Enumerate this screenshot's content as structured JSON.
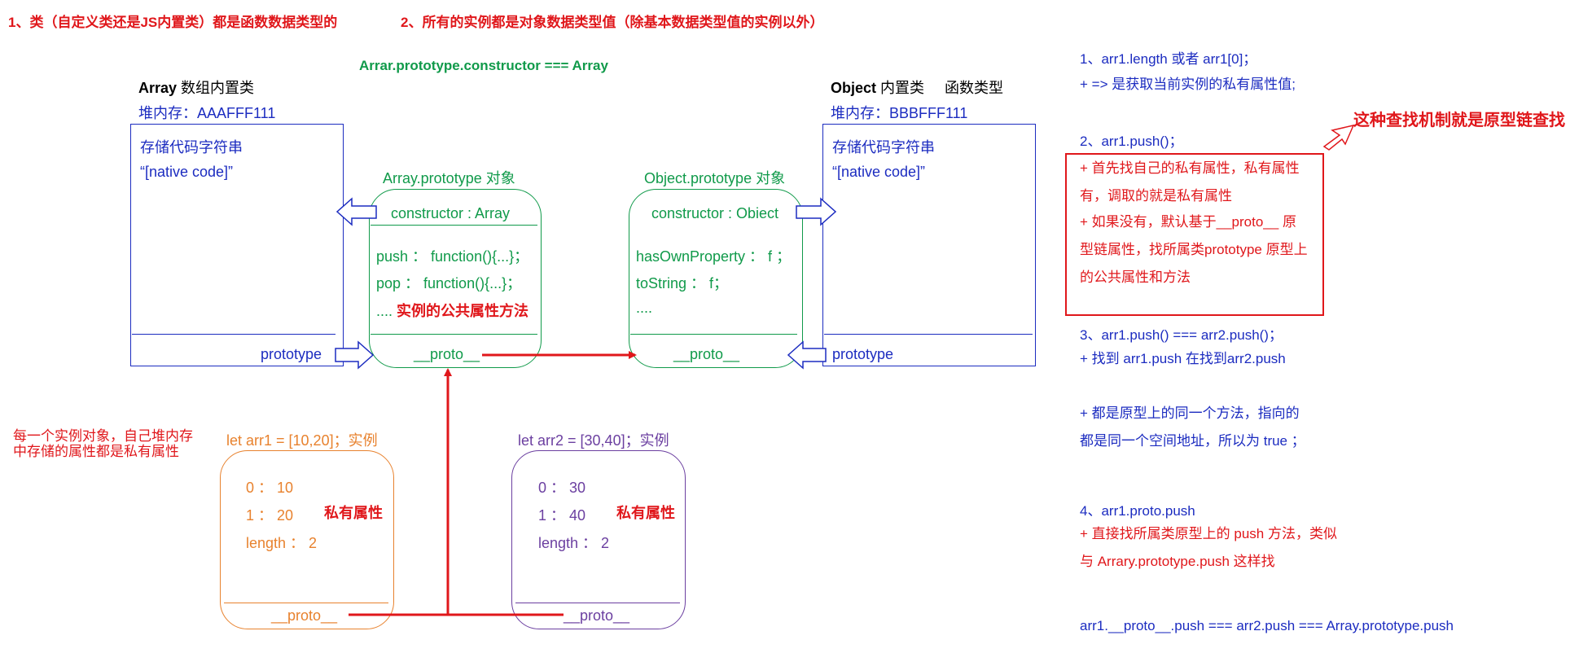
{
  "header": {
    "note1": "1、类（自定义类还是JS内置类）都是函数数据类型的",
    "note2": "2、所有的实例都是对象数据类型值（除基本数据类型值的实例以外）"
  },
  "center_title": "Arrar.prototype.constructor === Array",
  "array_class": {
    "title_bold": "Array",
    "title_rest": " 数组内置类",
    "heap": "堆内存：AAAFFF111",
    "line1": "存储代码字符串",
    "line2": "“[native code]”",
    "prototype_label": "prototype"
  },
  "object_class": {
    "title_bold": "Object",
    "title_rest": " 内置类     函数类型",
    "heap": "堆内存：BBBFFF111",
    "line1": "存储代码字符串",
    "line2": "“[native code]”",
    "prototype_label": "prototype"
  },
  "array_prototype": {
    "label": "Array.prototype  对象",
    "constructor": "constructor : Array",
    "item1": "push ： function(){...}；",
    "item2": "pop ： function(){...}；",
    "item3_dots": "....",
    "item3_note": "实例的公共属性方法",
    "proto": "__proto__"
  },
  "object_prototype": {
    "label": "Object.prototype  对象",
    "constructor": "constructor : Obiect",
    "item1": "hasOwnProperty ： f ；",
    "item2": "toString ： f；",
    "item3": "....",
    "proto": "__proto__"
  },
  "instance_note": "每一个实例对象，自己堆内存中存储的属性都是私有属性",
  "arr1": {
    "label": "let arr1 = [10,20]；实例",
    "p0": "0 ： 10",
    "p1": "1 ： 20",
    "len": "length ： 2",
    "private": "私有属性",
    "proto": "__proto__"
  },
  "arr2": {
    "label": "let arr2 = [30,40]；实例",
    "p0": "0 ： 30",
    "p1": "1 ： 40",
    "len": "length ： 2",
    "private": "私有属性",
    "proto": "__proto__"
  },
  "right_notes": {
    "n1_head": "1、arr1.length  或者  arr1[0]；",
    "n1_body": "   + => 是获取当前实例的私有属性值;",
    "n2_head": "2、arr1.push()；",
    "n2_b1": "   + 首先找自己的私有属性，私有属性有，调取的就是私有属性",
    "n2_b2": "   + 如果没有，默认基于__proto__ 原型链属性，找所属类prototype  原型上的公共属性和方法",
    "n3_head": "3、arr1.push() === arr2.push()；",
    "n3_b1": "   + 找到  arr1.push  在找到arr2.push",
    "n3_b2": "   + 都是原型上的同一个方法，指向的都是同一个空间地址，所以为  true ；",
    "n4_head": "4、arr1.proto.push",
    "n4_b1": "   + 直接找所属类原型上的  push  方法，类似与  Arrary.prototype.push 这样找",
    "footer": "arr1.__proto__.push === arr2.push === Array.prototype.push"
  },
  "chain_label": "这种查找机制就是原型链查找",
  "colors": {
    "red": "#e0171b",
    "blue": "#1c2cc0",
    "green": "#109a4a",
    "orange": "#e8822e",
    "purple": "#6b3fa0"
  }
}
